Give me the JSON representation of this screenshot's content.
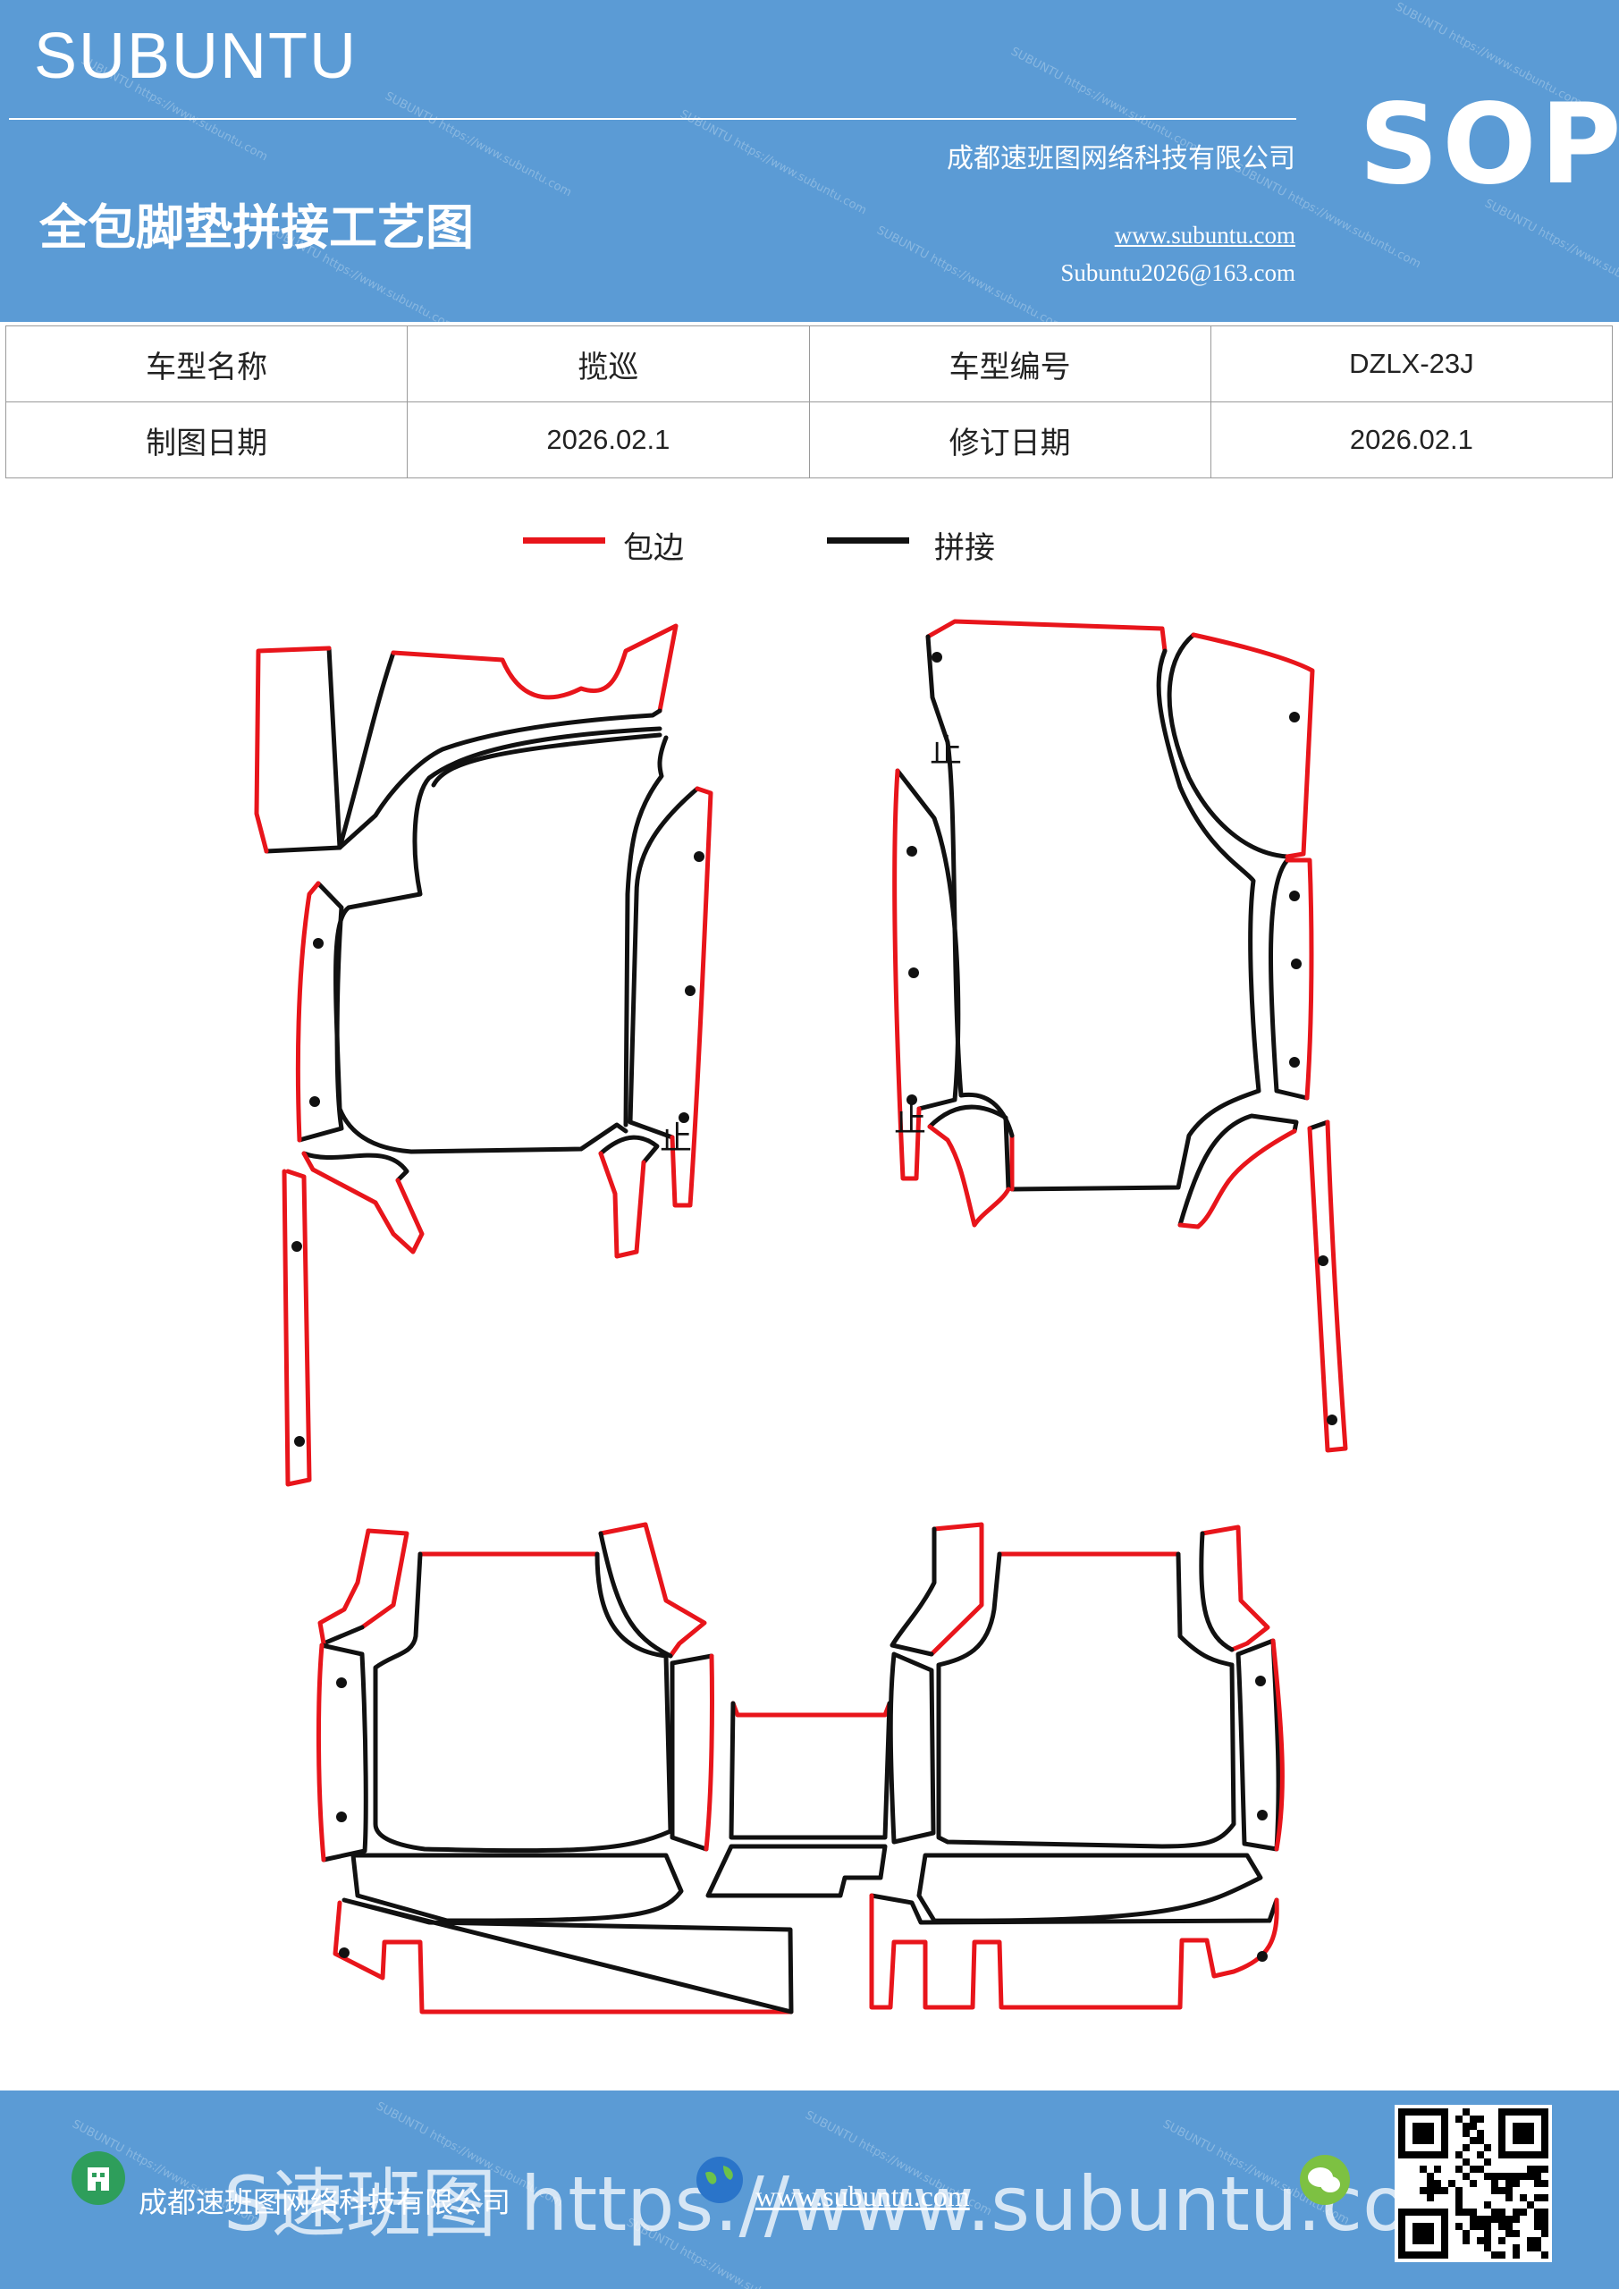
{
  "header": {
    "brand": "SUBUNTU",
    "title": "全包脚垫拼接工艺图",
    "company": "成都速班图网络科技有限公司",
    "website": "www.subuntu.com",
    "email": "Subuntu2026@163.com",
    "badge": "SOP",
    "watermark": "SUBUNTU https://www.subuntu.com"
  },
  "info": {
    "model_name_label": "车型名称",
    "model_name_value": "揽巡",
    "model_code_label": "车型编号",
    "model_code_value": "DZLX-23J",
    "draw_date_label": "制图日期",
    "draw_date_value": "2026.02.1",
    "revision_date_label": "修订日期",
    "revision_date_value": "2026.02.1"
  },
  "legend": {
    "edge_label": "包边",
    "edge_color": "#e8151b",
    "seam_label": "拼接",
    "seam_color": "#111111"
  },
  "drawing": {
    "stop_mark": "止"
  },
  "footer": {
    "company": "成都速班图网络科技有限公司",
    "website": "www.subuntu.com",
    "overlay": "S速班图 https://www.subuntu.com",
    "building_icon": "building-icon",
    "globe_icon": "globe-icon",
    "wechat_icon": "wechat-icon",
    "qr_icon": "qr-code-icon",
    "icon_green": "#2e9e5b"
  }
}
